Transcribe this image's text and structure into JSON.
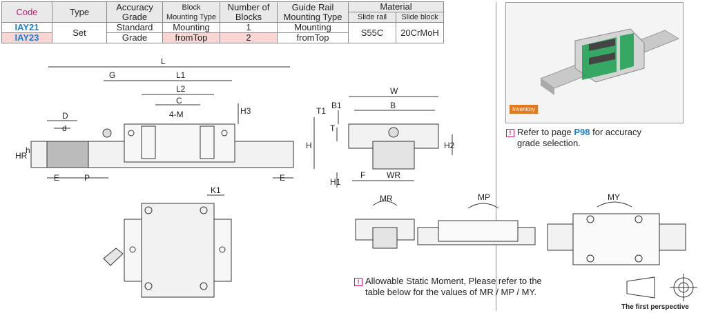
{
  "table": {
    "headers": {
      "code": "Code",
      "type": "Type",
      "accuracy": [
        "Accuracy",
        "Grade"
      ],
      "block_mount": [
        "Block",
        "Mounting Type"
      ],
      "num_blocks": [
        "Number of",
        "Blocks"
      ],
      "guide_mount": [
        "Guide Rail",
        "Mounting Type"
      ],
      "material": "Material",
      "slide_rail": "Slide rail",
      "slide_block": "Slide block"
    },
    "rows": [
      {
        "code": "IAY21",
        "blocks": "1"
      },
      {
        "code": "IAY23",
        "blocks": "2"
      }
    ],
    "type_value": "Set",
    "accuracy_value": [
      "Standard",
      "Grade"
    ],
    "block_mount_value": [
      "Mounting",
      "fromTop"
    ],
    "guide_mount_value": [
      "Mounting",
      "fromTop"
    ],
    "slide_rail_value": "S55C",
    "slide_block_value": "20CrMoH"
  },
  "photo": {
    "badge": "Inventory"
  },
  "notes": {
    "accuracy_pre": "Refer to page ",
    "accuracy_page": "P98",
    "accuracy_post": " for accuracy",
    "accuracy_line2": "grade selection.",
    "moment_line1": "Allowable Static Moment, Please refer to the",
    "moment_line2": "table below for the values of MR / MP / MY.",
    "perspective": "The first perspective"
  },
  "dims": {
    "L": "L",
    "L1": "L1",
    "L2": "L2",
    "G": "G",
    "C": "C",
    "M": "4-M",
    "H3": "H3",
    "D": "D",
    "d": "d",
    "HR": "HR",
    "h": "h",
    "E": "E",
    "P": "P",
    "W": "W",
    "B1": "B1",
    "B": "B",
    "T1": "T1",
    "T": "T",
    "H": "H",
    "H2": "H2",
    "H1": "H1",
    "F": "F",
    "WR": "WR",
    "K1": "K1",
    "MR": "MR",
    "MP": "MP",
    "MY": "MY"
  },
  "colors": {
    "code_header": "#c2187a",
    "code": "#1a7fd0",
    "highlight_row": "#f9d5d3",
    "badge": "#e07b22",
    "block_green": "#1aa050"
  }
}
